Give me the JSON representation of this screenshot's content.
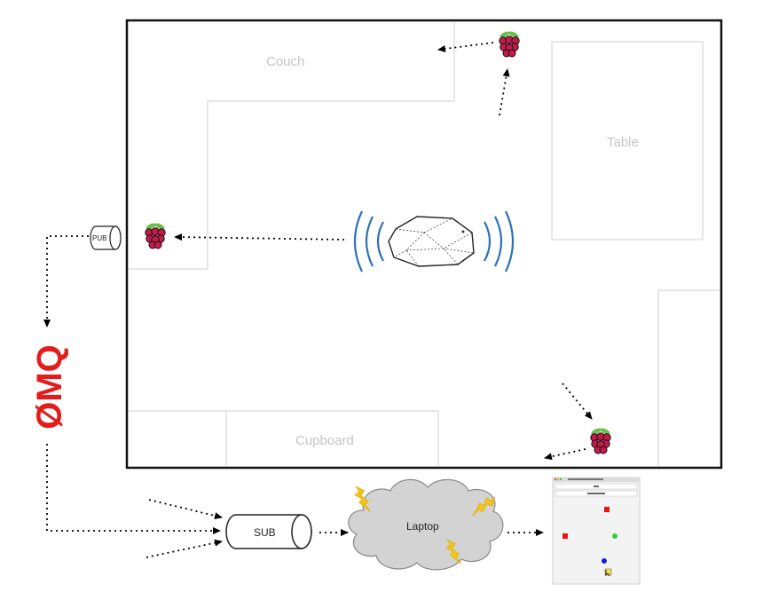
{
  "room": {
    "couch_label": "Couch",
    "table_label": "Table",
    "cupboard_label": "Cupboard"
  },
  "pub_label": "PUB",
  "sub_label": "SUB",
  "zmq_label": "ØMQ",
  "laptop_label": "Laptop",
  "colors": {
    "zmq_red": "#e51c1c",
    "signal_blue": "#2b71b8",
    "raspberry_red": "#c51a4a",
    "leaf_green": "#6cc04a",
    "lightning_yellow": "#f0c419",
    "cloud_gray": "#d3d3d3"
  }
}
